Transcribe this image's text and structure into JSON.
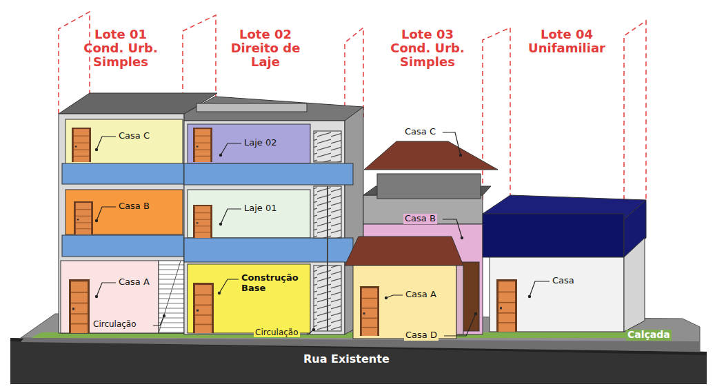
{
  "diagram": {
    "labels": [
      "Lote 01 Cond. Urb. Simples",
      "Lote 02 Direito de Laje",
      "Lote 03 Cond. Urb. Simples",
      "Lote 04 Unifamiliar",
      "Casa C",
      "Casa B",
      "Casa A",
      "Circulação",
      "Laje 02",
      "Laje 01",
      "Construção Base",
      "Circulação",
      "Casa C",
      "Casa B",
      "Casa A",
      "Casa D",
      "Casa",
      "Calçada",
      "Rua Existente"
    ]
  }
}
